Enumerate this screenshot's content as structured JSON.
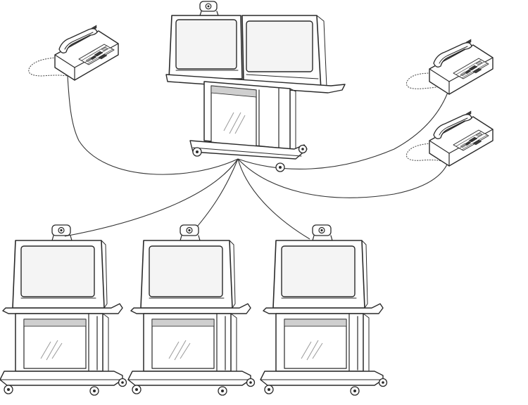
{
  "diagram": {
    "hub_system": "dual-monitor-videoconference-cart",
    "endpoint_systems": [
      "videoconference-cart-1",
      "videoconference-cart-2",
      "videoconference-cart-3"
    ],
    "phones": [
      "telephone-1",
      "telephone-2",
      "telephone-3"
    ],
    "connections": [
      {
        "from": "hub",
        "to": "telephone-1"
      },
      {
        "from": "hub",
        "to": "telephone-2"
      },
      {
        "from": "hub",
        "to": "telephone-3"
      },
      {
        "from": "hub",
        "to": "videoconference-cart-1"
      },
      {
        "from": "hub",
        "to": "videoconference-cart-2"
      },
      {
        "from": "hub",
        "to": "videoconference-cart-3"
      }
    ],
    "line_color": "#333333",
    "background": "#ffffff"
  }
}
